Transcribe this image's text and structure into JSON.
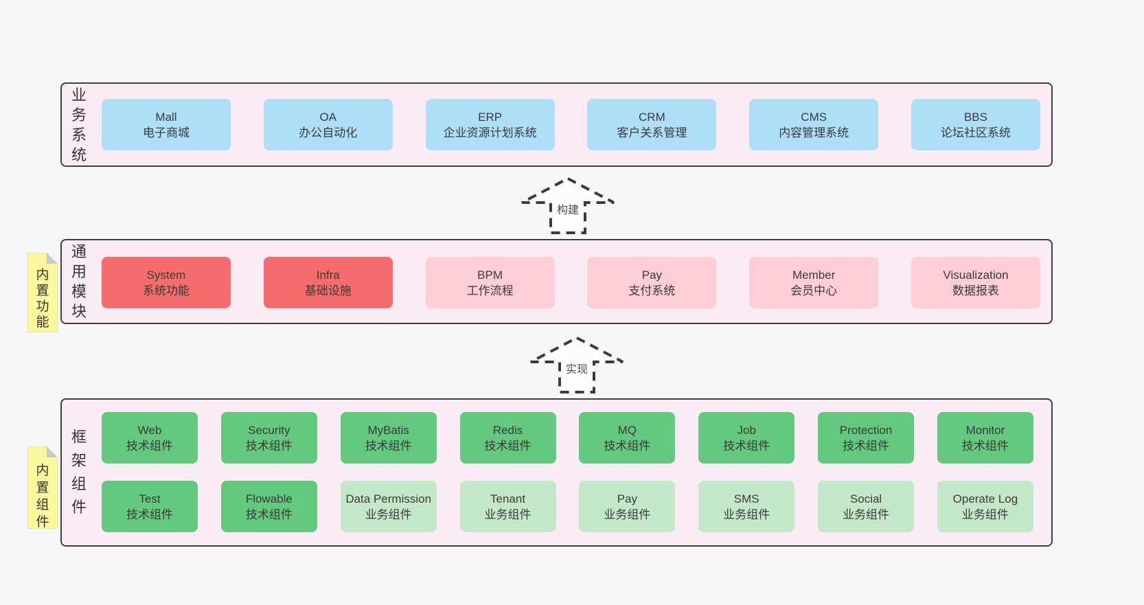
{
  "bands": [
    {
      "label": "业务系统",
      "boxes": [
        {
          "title": "Mall",
          "subtitle": "电子商城"
        },
        {
          "title": "OA",
          "subtitle": "办公自动化"
        },
        {
          "title": "ERP",
          "subtitle": "企业资源计划系统"
        },
        {
          "title": "CRM",
          "subtitle": "客户关系管理"
        },
        {
          "title": "CMS",
          "subtitle": "内容管理系统"
        },
        {
          "title": "BBS",
          "subtitle": "论坛社区系统"
        }
      ]
    },
    {
      "label": "通用模块",
      "note": "内置功能",
      "boxes": [
        {
          "title": "System",
          "subtitle": "系统功能"
        },
        {
          "title": "Infra",
          "subtitle": "基础设施"
        },
        {
          "title": "BPM",
          "subtitle": "工作流程"
        },
        {
          "title": "Pay",
          "subtitle": "支付系统"
        },
        {
          "title": "Member",
          "subtitle": "会员中心"
        },
        {
          "title": "Visualization",
          "subtitle": "数据报表"
        }
      ]
    },
    {
      "label": "框架组件",
      "note": "内置组件",
      "rows": [
        [
          {
            "title": "Web",
            "subtitle": "技术组件"
          },
          {
            "title": "Security",
            "subtitle": "技术组件"
          },
          {
            "title": "MyBatis",
            "subtitle": "技术组件"
          },
          {
            "title": "Redis",
            "subtitle": "技术组件"
          },
          {
            "title": "MQ",
            "subtitle": "技术组件"
          },
          {
            "title": "Job",
            "subtitle": "技术组件"
          },
          {
            "title": "Protection",
            "subtitle": "技术组件"
          },
          {
            "title": "Monitor",
            "subtitle": "技术组件"
          }
        ],
        [
          {
            "title": "Test",
            "subtitle": "技术组件"
          },
          {
            "title": "Flowable",
            "subtitle": "技术组件"
          },
          {
            "title": "Data Permission",
            "subtitle": "业务组件"
          },
          {
            "title": "Tenant",
            "subtitle": "业务组件"
          },
          {
            "title": "Pay",
            "subtitle": "业务组件"
          },
          {
            "title": "SMS",
            "subtitle": "业务组件"
          },
          {
            "title": "Social",
            "subtitle": "业务组件"
          },
          {
            "title": "Operate Log",
            "subtitle": "业务组件"
          }
        ]
      ]
    }
  ],
  "arrows": [
    {
      "label": "构建"
    },
    {
      "label": "实现"
    }
  ],
  "colors": {
    "page_bg": "#f7f7f7",
    "panel_bg": "#f9ecf5",
    "panel_border": "#3f3f3f",
    "blue_box": "#aedef8",
    "red_box": "#f56c6c",
    "pink_box": "#fecdd5",
    "green_box": "#64c87f",
    "light_green_box": "#c5e8c9",
    "note_bg": "#fbf99d",
    "note_fold": "#c9c9c9",
    "text": "#3a3a3a"
  }
}
